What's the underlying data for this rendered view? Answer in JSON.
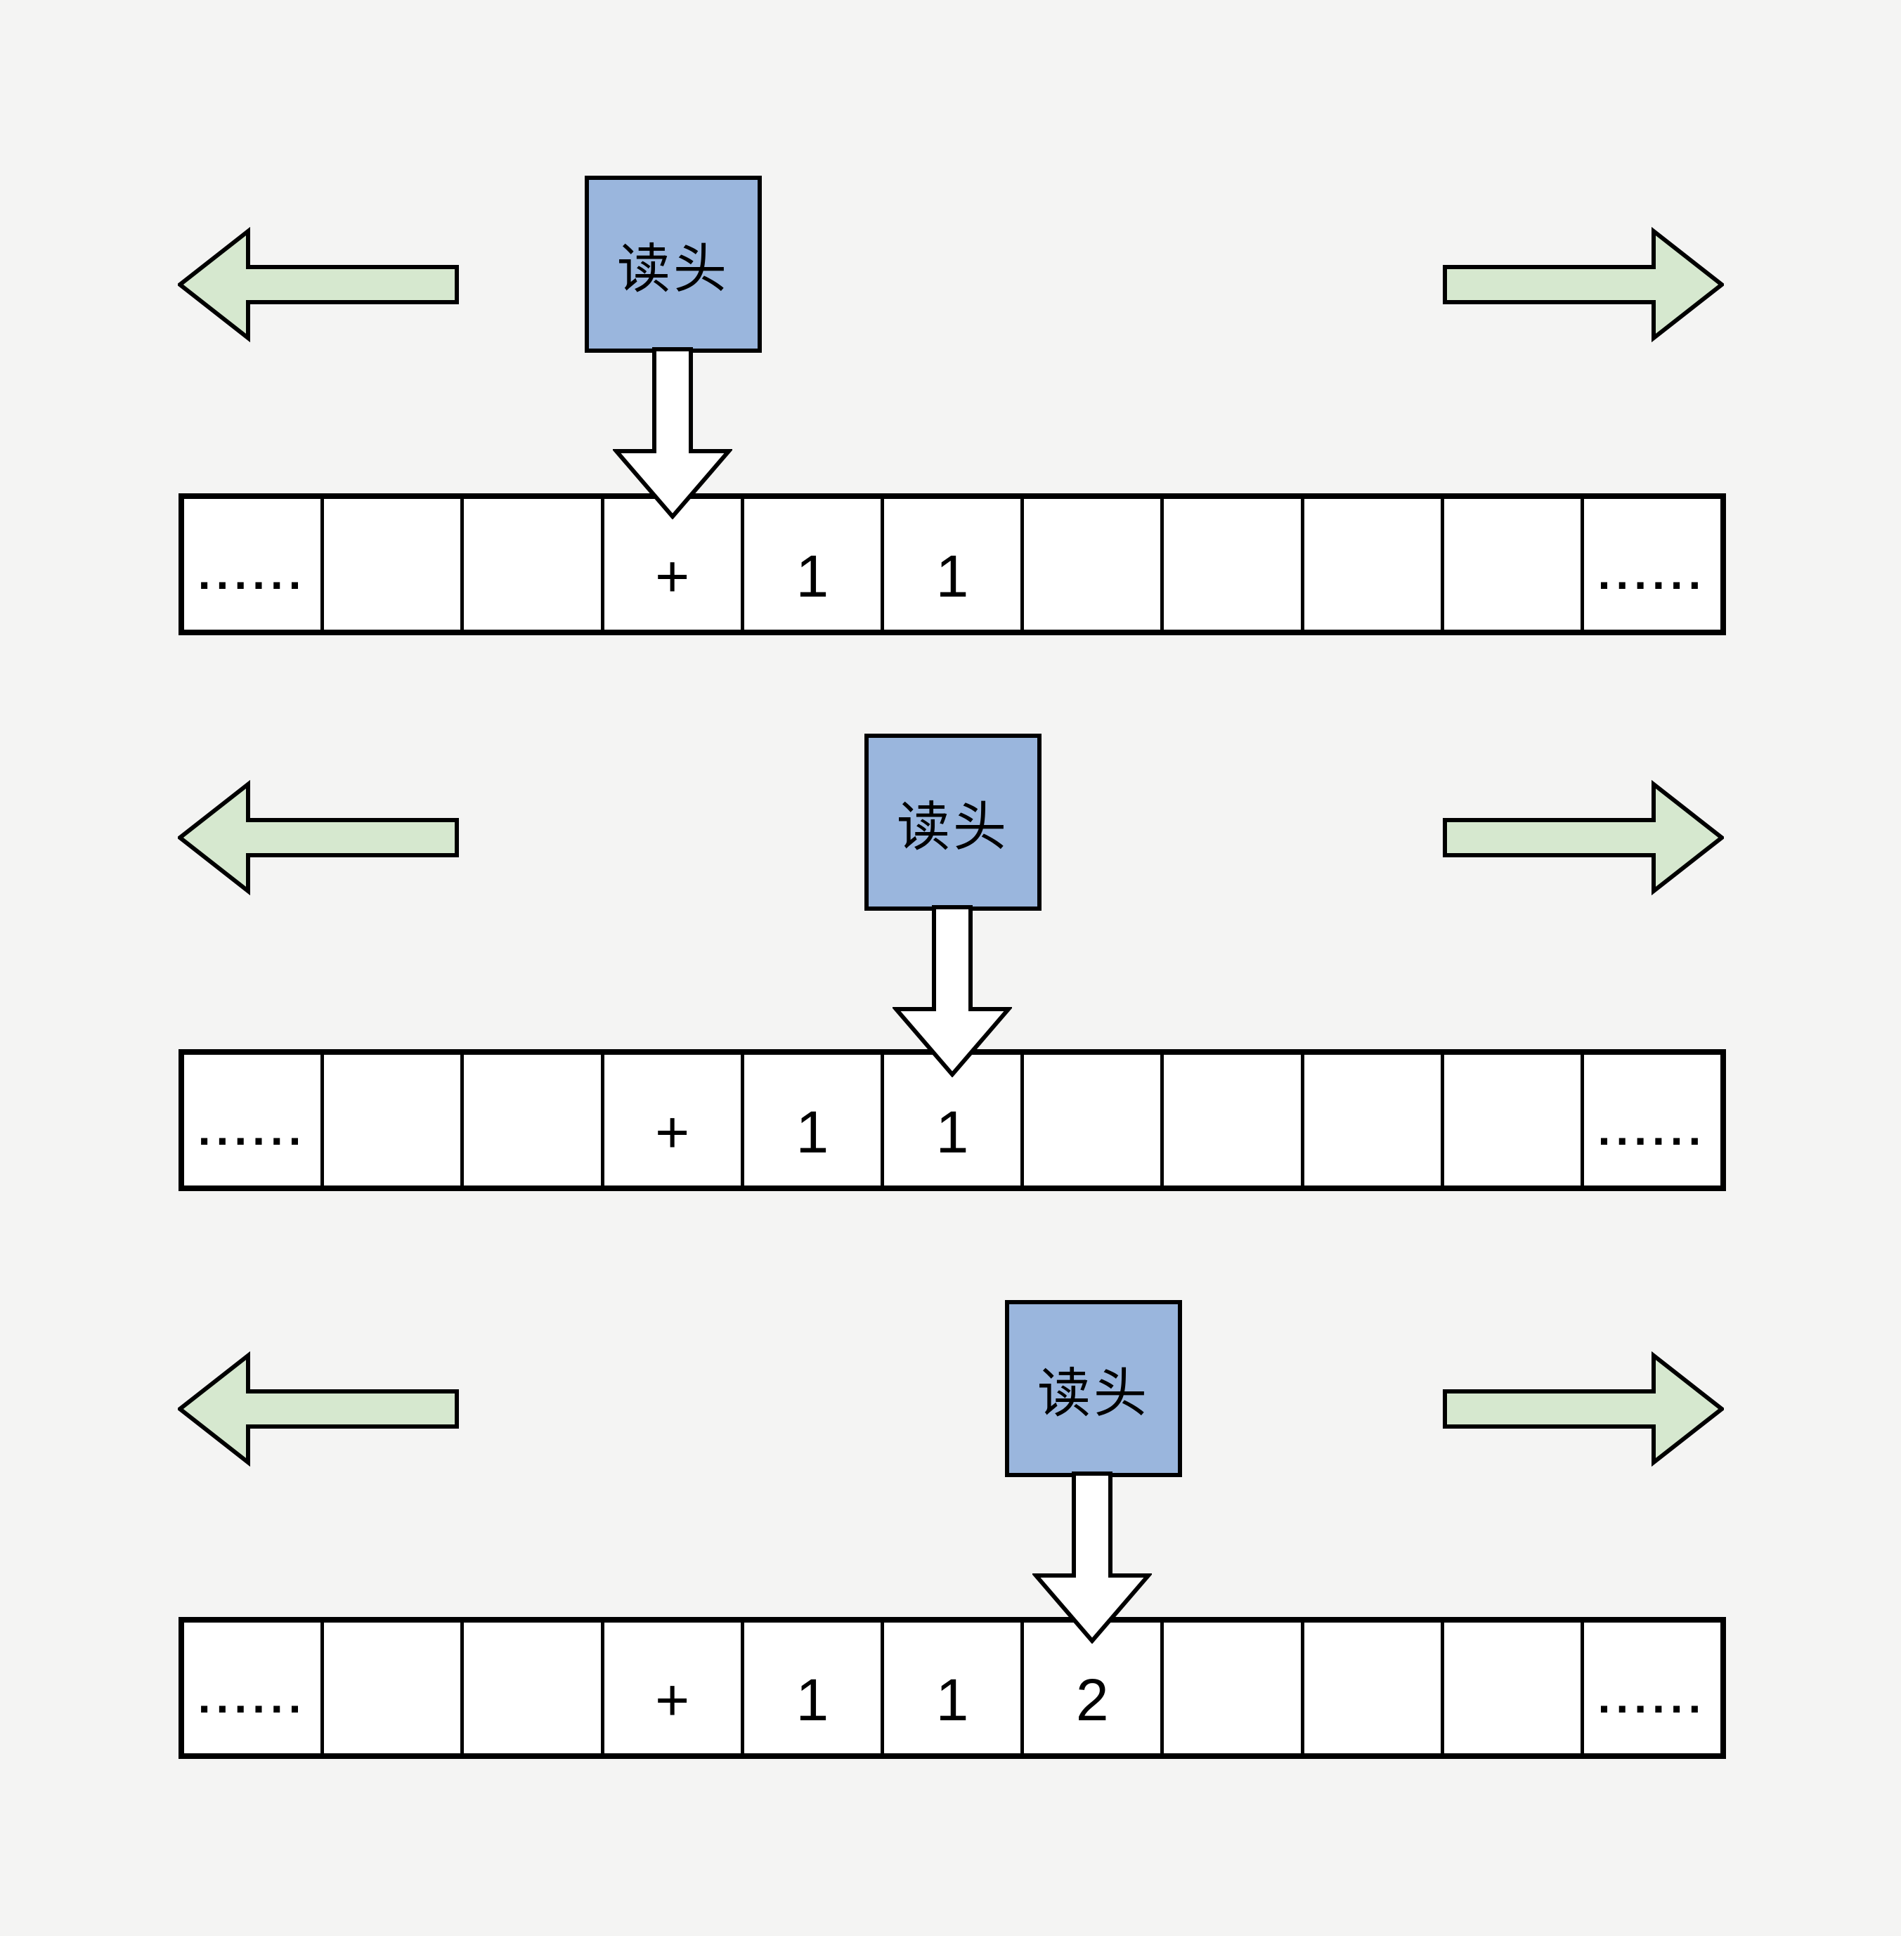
{
  "diagram": {
    "head_label": "读头",
    "rows": [
      {
        "head_over_cell": 4,
        "cells": [
          "......",
          "",
          "",
          "+",
          "1",
          "1",
          "",
          "",
          "",
          "",
          "......"
        ]
      },
      {
        "head_over_cell": 6,
        "cells": [
          "......",
          "",
          "",
          "+",
          "1",
          "1",
          "",
          "",
          "",
          "",
          "......"
        ]
      },
      {
        "head_over_cell": 7,
        "cells": [
          "......",
          "",
          "",
          "+",
          "1",
          "1",
          "2",
          "",
          "",
          "",
          "......"
        ]
      }
    ]
  },
  "colors": {
    "background": "#f4f4f3",
    "head_fill": "#9ab6dd",
    "arrow_fill": "#d6e8cf",
    "cell_fill": "#ffffff",
    "line": "#000000"
  }
}
